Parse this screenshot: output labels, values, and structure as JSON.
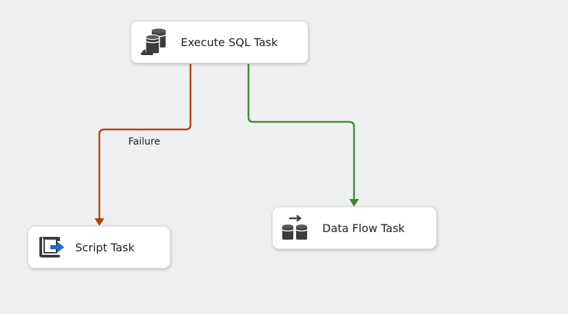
{
  "canvas": {
    "background": "#eeeff1"
  },
  "tasks": {
    "execute_sql": {
      "label": "Execute SQL Task",
      "icon": "execute-sql-icon"
    },
    "script": {
      "label": "Script Task",
      "icon": "script-task-icon"
    },
    "data_flow": {
      "label": "Data Flow Task",
      "icon": "data-flow-icon"
    }
  },
  "constraints": {
    "failure": {
      "label": "Failure",
      "color": "#b5400f"
    },
    "success": {
      "color": "#3a8a2e"
    }
  }
}
